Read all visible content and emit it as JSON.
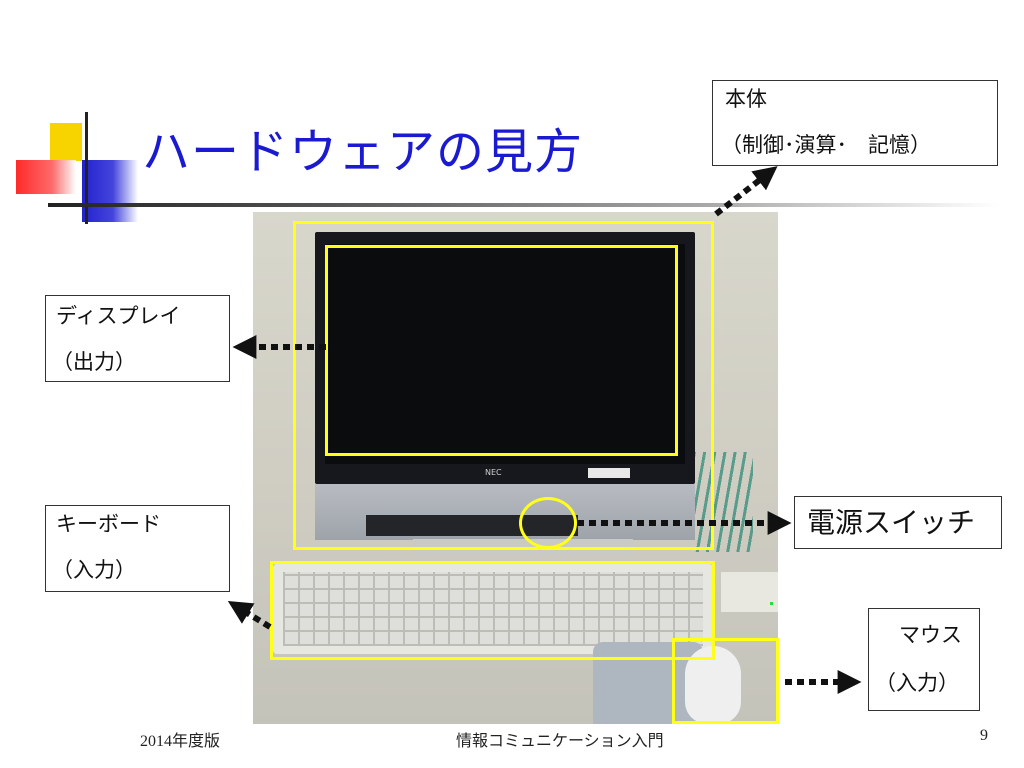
{
  "slide": {
    "title": "ハードウェアの見方",
    "accent_color": "#1a1ad0",
    "frame_color": "#ffff1a"
  },
  "labels": {
    "hontai": {
      "line1": "本体",
      "line2": "（制御･演算･　記憶）"
    },
    "display": {
      "line1": "ディスプレイ",
      "line2": "（出力）"
    },
    "keyboard": {
      "line1": "キーボード",
      "line2": "（入力）"
    },
    "power": {
      "text": "電源スイッチ"
    },
    "mouse": {
      "line1": "マウス",
      "line2": "（入力）"
    }
  },
  "photo": {
    "monitor_brand": "NEC"
  },
  "footer": {
    "left": "2014年度版",
    "center": "情報コミュニケーション入門",
    "page": "9"
  },
  "icons": [
    "arrow-icon"
  ]
}
